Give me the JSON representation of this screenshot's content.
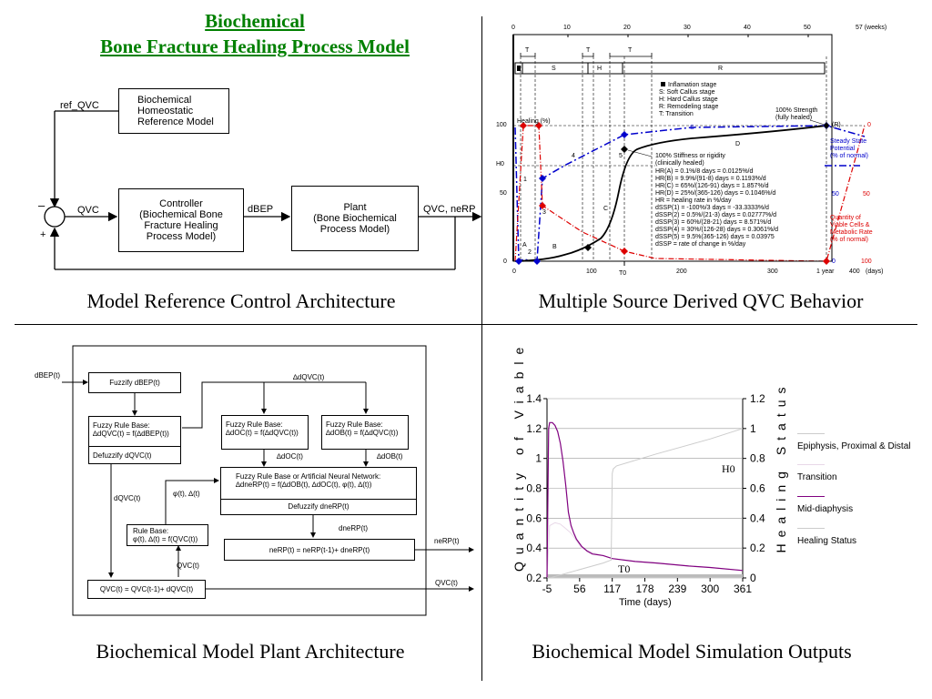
{
  "q1": {
    "title_line1": "Biochemical",
    "title_line2": "Bone Fracture Healing Process Model",
    "ref_box": [
      "Biochemical",
      "Homeostatic",
      "Reference Model"
    ],
    "ref_qvc": "ref_QVC",
    "minus": "–",
    "plus": "+",
    "qvc_arrow": "QVC",
    "controller_box": [
      "Controller",
      "(Biochemical Bone",
      "Fracture Healing",
      "Process Model)"
    ],
    "dbep": "dBEP",
    "plant_box": [
      "Plant",
      "(Bone Biochemical",
      "Process Model)"
    ],
    "output": "QVC, neRP",
    "caption": "Model Reference Control Architecture"
  },
  "q2": {
    "caption": "Multiple Source Derived QVC Behavior",
    "top_ticks": [
      "0",
      "10",
      "20",
      "30",
      "40",
      "50",
      "57 (weeks)"
    ],
    "bottom_ticks": [
      "0",
      "100",
      "200",
      "300",
      "1 year",
      "400",
      "(days)"
    ],
    "t0_label": "T0",
    "left_ticks": [
      "100",
      "50",
      "0"
    ],
    "h0_label": "H0",
    "healing_label": "Healing (%)",
    "stage_t": [
      "T",
      "T",
      "T"
    ],
    "stages": [
      "S",
      "H",
      "R"
    ],
    "legend": [
      "Inflamation stage",
      "S: Soft Callus stage",
      "H: Hard Callus stage",
      "R: Remodeling stage",
      "T: Transition"
    ],
    "strength_label": [
      "100% Strength",
      "(fully healed)"
    ],
    "stiff_label": [
      "100% Stiffness or rigidity",
      "(clinically healed)"
    ],
    "equations": [
      "HR(A) = 0.1%/8 days = 0.0125%/d",
      "HR(B) = 9.9%/(91-8) days = 0.1193%/d",
      "HR(C) = 65%/(126-91) days = 1.857%/d",
      "HR(D) = 25%/(365-126) days = 0.1046%/d",
      "HR = healing rate in %/day",
      "dSSP(1) = -100%/3 days = -33.3333%/d",
      "dSSP(2) = 0.5%/(21-3) days = 0.02777%/d",
      "dSSP(3) = 60%/(28-21) days = 8.571%/d",
      "dSSP(4) = 30%/(126-28) days = 0.3061%/d",
      "dSSP(5) = 9.5%(365-126) days = 0.03975",
      "dSSP = rate of change in %/day"
    ],
    "curve_letters": [
      "A",
      "B",
      "C",
      "D",
      "S"
    ],
    "point_nums": [
      "1",
      "2",
      "3",
      "4",
      "5"
    ],
    "r_label": "(R)",
    "ssp_label": [
      "Steady State",
      "Potential",
      "(% of normal)"
    ],
    "qvc_label": [
      "Quantity of",
      "Viable Cells &",
      "Metabolic Rate",
      "(% of normal)"
    ],
    "right_vals": [
      "0",
      "50",
      "50",
      "0",
      "100"
    ],
    "colors": {
      "black": "#000000",
      "blue": "#0000cc",
      "red": "#dd0000"
    }
  },
  "q3": {
    "caption": "Biochemical Model Plant Architecture",
    "dbep_in": "dBEP(t)",
    "fuzzify": "Fuzzify dBEP(t)",
    "rule1": [
      "Fuzzy Rule Base:",
      "∆dQVC(t) = f(∆dBEP(t))"
    ],
    "defuzz1": "Defuzzify dQVC(t)",
    "dqvc_top": "∆dQVC(t)",
    "rule_oc": [
      "Fuzzy Rule Base:",
      "∆dOC(t) = f(∆dQVC(t))"
    ],
    "rule_ob": [
      "Fuzzy Rule Base:",
      "∆dOB(t) = f(∆dQVC(t))"
    ],
    "doc": "∆dOC(t)",
    "dob": "∆dOB(t)",
    "phi": "φ(t), ∆(t)",
    "ann": [
      "Fuzzy Rule Base or Artificial Neural Network:",
      "∆dneRP(t) = f(∆dOB(t), ∆dOC(t), φ(t), ∆(t))"
    ],
    "defuzz2": "Defuzzify dneRP(t)",
    "dqvc_side": "dQVC(t)",
    "rule2": [
      "Rule Base:",
      "φ(t), ∆(t) = f(QVC(t))"
    ],
    "dnerp": "dneRP(t)",
    "nerp_eq": "neRP(t) = neRP(t-1)+ dneRP(t)",
    "nerp_out": "neRP(t)",
    "qvc_mid": "QVC(t)",
    "qvc_eq": "QVC(t) = QVC(t-1)+ dQVC(t)",
    "qvc_out": "QVC(t)"
  },
  "q4": {
    "caption": "Biochemical Model Simulation Outputs",
    "left_axis_title": "Quantity of Viable",
    "right_axis_title": "Healing Status",
    "x_label": "Time (days)",
    "h0": "H0",
    "t0": "T0",
    "legend": [
      "Epiphysis, Proximal & Distal",
      "Transition",
      "Mid-diaphysis",
      "Healing Status"
    ]
  },
  "chart_data": {
    "type": "line",
    "xlabel": "Time (days)",
    "x_ticks": [
      "-5",
      "56",
      "117",
      "178",
      "239",
      "300",
      "361"
    ],
    "y_left_ticks": [
      "0.2",
      "0.4",
      "0.6",
      "0.8",
      "1",
      "1.2",
      "1.4"
    ],
    "y_right_ticks": [
      "0",
      "0.2",
      "0.4",
      "0.6",
      "0.8",
      "1",
      "1.2"
    ],
    "xlim": [
      -5,
      361
    ],
    "ylim_left": [
      0.2,
      1.4
    ],
    "ylim_right": [
      0,
      1.2
    ],
    "series": [
      {
        "name": "Epiphysis, Proximal & Distal",
        "color": "#cccccc",
        "axis": "left",
        "x": [
          -5,
          0,
          10,
          20,
          30,
          40,
          60,
          80,
          117,
          200,
          300,
          361
        ],
        "y": [
          0.2,
          0.2,
          0.2,
          0.2,
          0.2,
          0.2,
          0.2,
          0.2,
          0.2,
          0.2,
          0.2,
          0.2
        ]
      },
      {
        "name": "Transition",
        "color": "#e8d8e8",
        "axis": "left",
        "x": [
          -5,
          0,
          10,
          20,
          30,
          40,
          50,
          60,
          80,
          100,
          117,
          160,
          200,
          260,
          300,
          361
        ],
        "y": [
          0.2,
          0.55,
          0.57,
          0.56,
          0.53,
          0.5,
          0.45,
          0.4,
          0.37,
          0.35,
          0.33,
          0.31,
          0.3,
          0.28,
          0.27,
          0.25
        ]
      },
      {
        "name": "Mid-diaphysis",
        "color": "#800080",
        "axis": "left",
        "x": [
          -5,
          -2,
          0,
          5,
          10,
          15,
          20,
          25,
          30,
          35,
          40,
          45,
          50,
          60,
          70,
          80,
          100,
          117,
          160,
          200,
          260,
          300,
          361
        ],
        "y": [
          0.2,
          1.2,
          1.24,
          1.24,
          1.22,
          1.18,
          1.1,
          0.98,
          0.82,
          0.64,
          0.55,
          0.5,
          0.46,
          0.41,
          0.38,
          0.36,
          0.35,
          0.33,
          0.31,
          0.3,
          0.28,
          0.27,
          0.25
        ]
      },
      {
        "name": "Healing Status",
        "color": "#cccccc",
        "axis": "right",
        "x": [
          -5,
          0,
          50,
          100,
          115,
          117,
          119,
          125,
          200,
          300,
          361
        ],
        "y": [
          0,
          0,
          0.05,
          0.1,
          0.12,
          0.7,
          0.73,
          0.75,
          0.83,
          0.93,
          1.0
        ]
      }
    ]
  }
}
